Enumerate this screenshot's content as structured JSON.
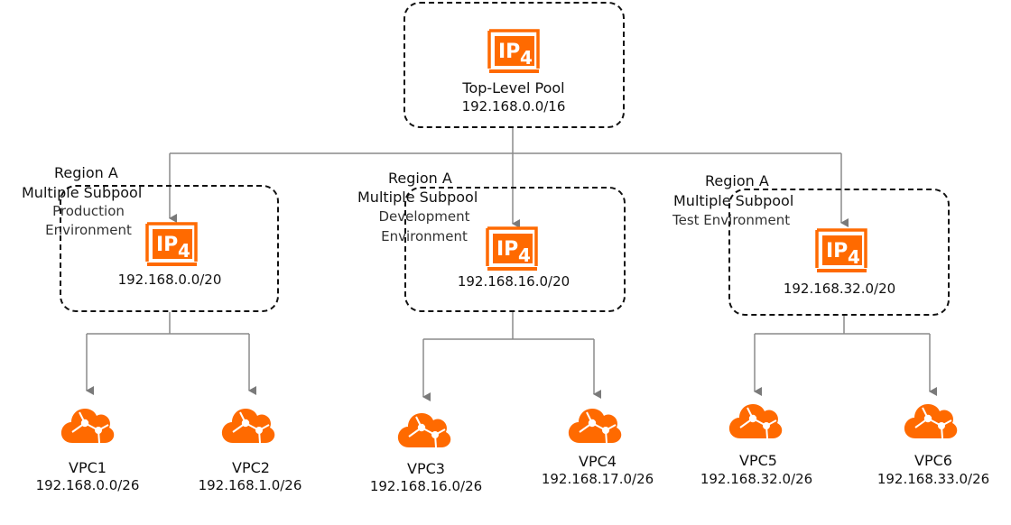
{
  "top_pool": {
    "title": "Top-Level Pool",
    "cidr": "192.168.0.0/16",
    "icon": "ipv4-icon"
  },
  "subpools": [
    {
      "region": "Region A",
      "type": "Multiple Subpool",
      "env_line1": "Production",
      "env_line2": "Environment",
      "cidr": "192.168.0.0/20",
      "icon": "ipv4-icon"
    },
    {
      "region": "Region A",
      "type": "Multiple Subpool",
      "env_line1": "Development",
      "env_line2": "Environment",
      "cidr": "192.168.16.0/20",
      "icon": "ipv4-icon"
    },
    {
      "region": "Region A",
      "type": "Multiple Subpool",
      "env_line1": "Test Environment",
      "env_line2": "",
      "cidr": "192.168.32.0/20",
      "icon": "ipv4-icon"
    }
  ],
  "vpcs": [
    {
      "name": "VPC1",
      "cidr": "192.168.0.0/26",
      "icon": "cloud-icon"
    },
    {
      "name": "VPC2",
      "cidr": "192.168.1.0/26",
      "icon": "cloud-icon"
    },
    {
      "name": "VPC3",
      "cidr": "192.168.16.0/26",
      "icon": "cloud-icon"
    },
    {
      "name": "VPC4",
      "cidr": "192.168.17.0/26",
      "icon": "cloud-icon"
    },
    {
      "name": "VPC5",
      "cidr": "192.168.32.0/26",
      "icon": "cloud-icon"
    },
    {
      "name": "VPC6",
      "cidr": "192.168.33.0/26",
      "icon": "cloud-icon"
    }
  ],
  "colors": {
    "accent": "#FF6A00",
    "connector": "#8a8a8a",
    "box_border": "#111111"
  }
}
